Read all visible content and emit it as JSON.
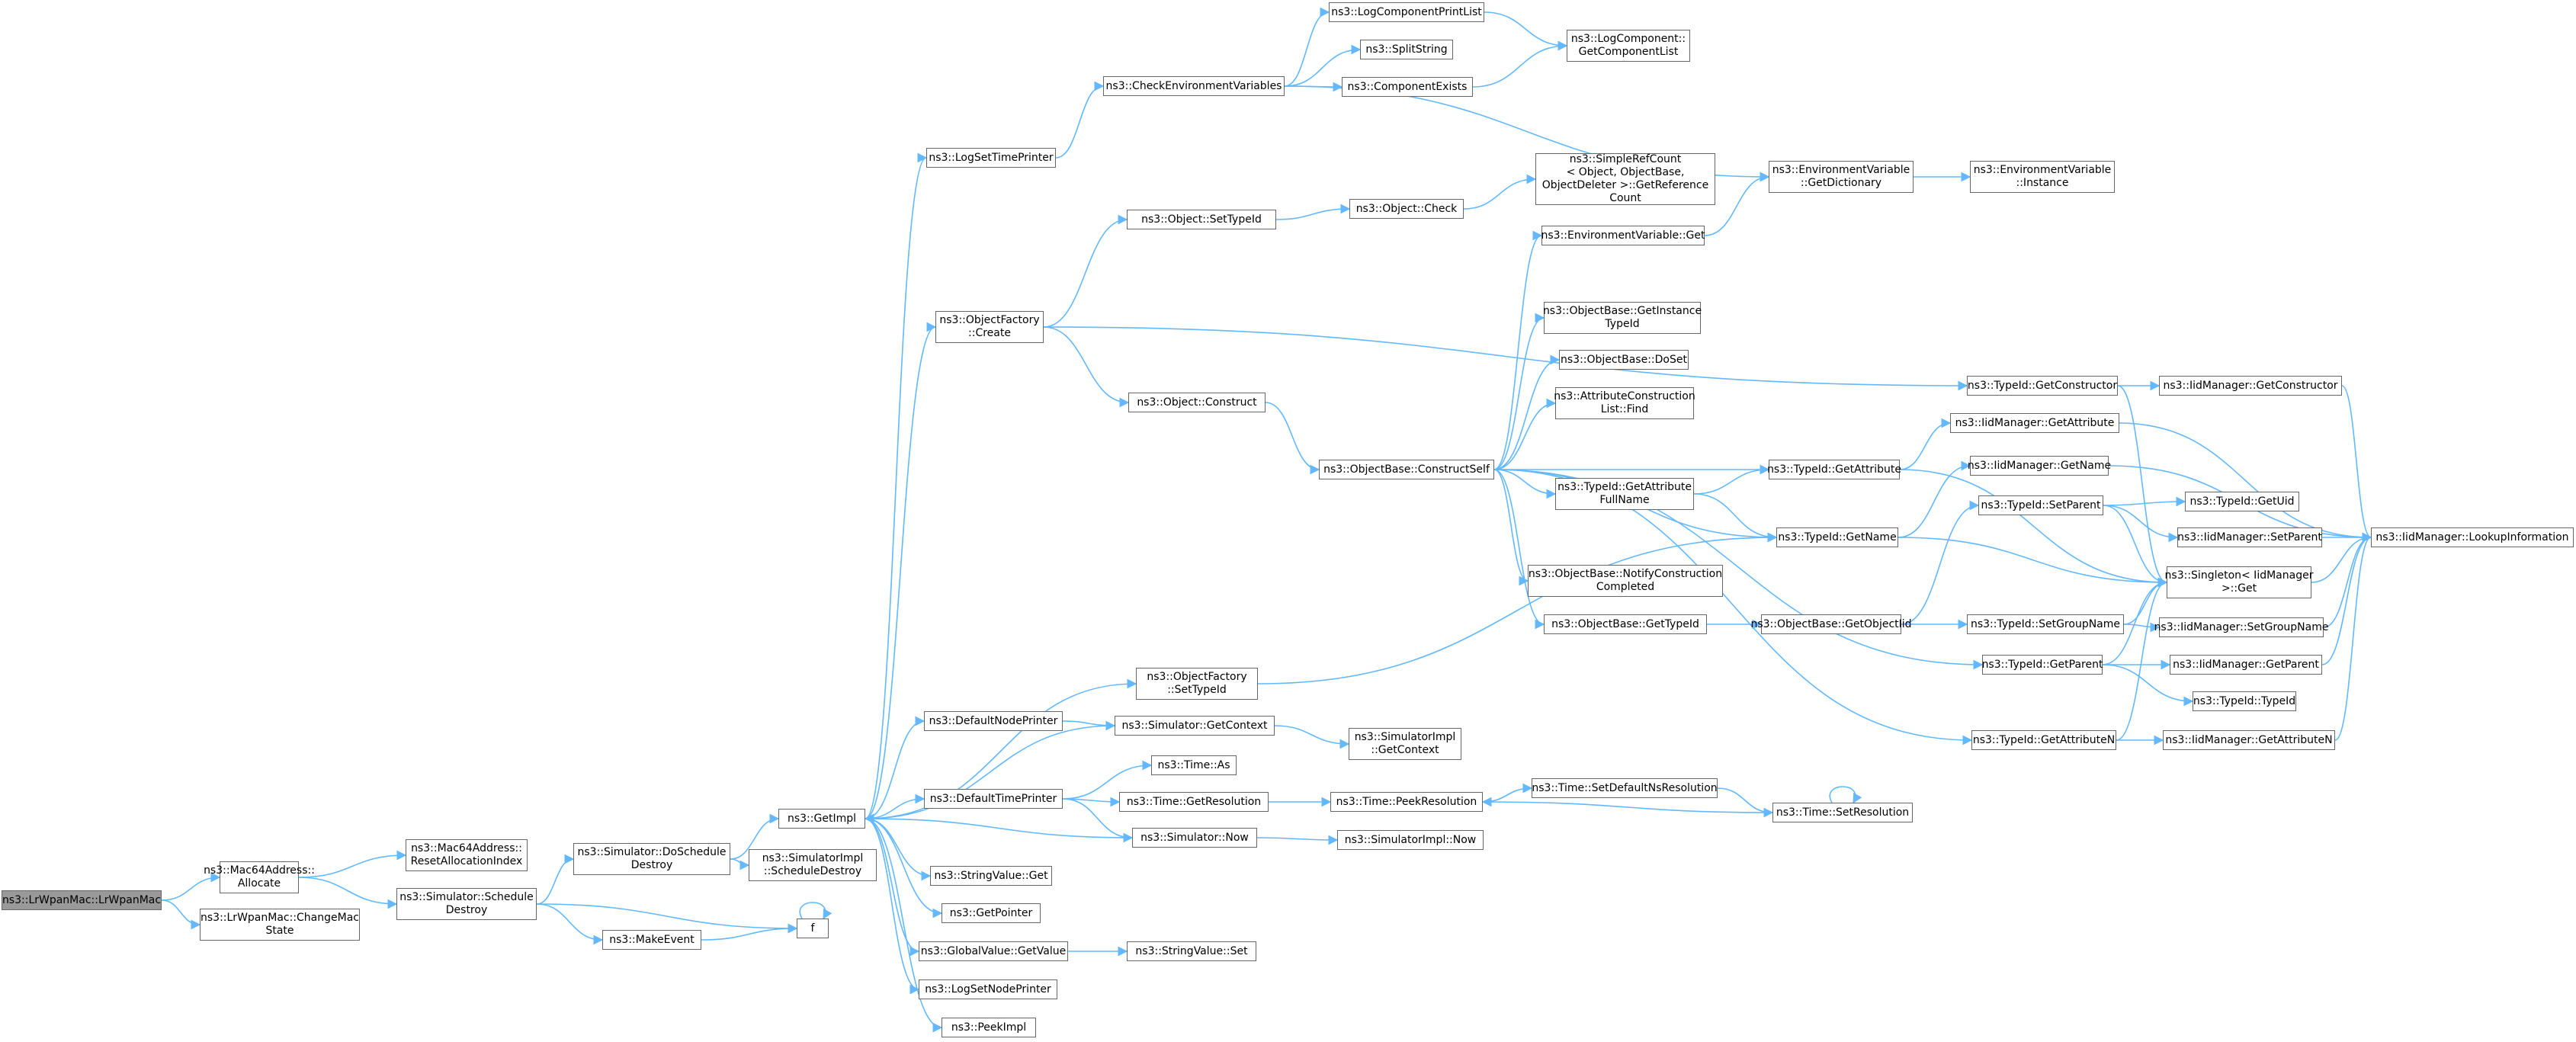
{
  "colors": {
    "edge": "#63b8ff",
    "node_border": "#666666",
    "root_fill": "#999999"
  },
  "nodes": [
    {
      "id": "n0",
      "lines": [
        "ns3::LrWpanMac::LrWpanMac"
      ],
      "root": true
    },
    {
      "id": "n1",
      "lines": [
        "ns3::Mac64Address::",
        "Allocate"
      ]
    },
    {
      "id": "n2",
      "lines": [
        "ns3::LrWpanMac::ChangeMac",
        "State"
      ]
    },
    {
      "id": "n3",
      "lines": [
        "ns3::Mac64Address::",
        "ResetAllocationIndex"
      ]
    },
    {
      "id": "n4",
      "lines": [
        "ns3::Simulator::Schedule",
        "Destroy"
      ]
    },
    {
      "id": "n5",
      "lines": [
        "ns3::Simulator::DoSchedule",
        "Destroy"
      ]
    },
    {
      "id": "n6",
      "lines": [
        "ns3::MakeEvent"
      ]
    },
    {
      "id": "n7",
      "lines": [
        "f"
      ]
    },
    {
      "id": "n8",
      "lines": [
        "ns3::GetImpl"
      ]
    },
    {
      "id": "n9",
      "lines": [
        "ns3::SimulatorImpl",
        "::ScheduleDestroy"
      ]
    },
    {
      "id": "n10",
      "lines": [
        "ns3::LogSetTimePrinter"
      ]
    },
    {
      "id": "n11",
      "lines": [
        "ns3::ObjectFactory",
        "::Create"
      ]
    },
    {
      "id": "n12",
      "lines": [
        "ns3::DefaultNodePrinter"
      ]
    },
    {
      "id": "n13",
      "lines": [
        "ns3::DefaultTimePrinter"
      ]
    },
    {
      "id": "n14",
      "lines": [
        "ns3::StringValue::Get"
      ]
    },
    {
      "id": "n15",
      "lines": [
        "ns3::GetPointer"
      ]
    },
    {
      "id": "n16",
      "lines": [
        "ns3::GlobalValue::GetValue"
      ]
    },
    {
      "id": "n17",
      "lines": [
        "ns3::LogSetNodePrinter"
      ]
    },
    {
      "id": "n18",
      "lines": [
        "ns3::PeekImpl"
      ]
    },
    {
      "id": "n19",
      "lines": [
        "ns3::CheckEnvironmentVariables"
      ]
    },
    {
      "id": "n20",
      "lines": [
        "ns3::Object::SetTypeId"
      ]
    },
    {
      "id": "n21",
      "lines": [
        "ns3::Object::Construct"
      ]
    },
    {
      "id": "n22",
      "lines": [
        "ns3::ObjectFactory",
        "::SetTypeId"
      ]
    },
    {
      "id": "n23",
      "lines": [
        "ns3::Simulator::GetContext"
      ]
    },
    {
      "id": "n24",
      "lines": [
        "ns3::Time::As"
      ]
    },
    {
      "id": "n25",
      "lines": [
        "ns3::Time::GetResolution"
      ]
    },
    {
      "id": "n26",
      "lines": [
        "ns3::Simulator::Now"
      ]
    },
    {
      "id": "n27",
      "lines": [
        "ns3::StringValue::Set"
      ]
    },
    {
      "id": "n28",
      "lines": [
        "ns3::LogComponentPrintList"
      ]
    },
    {
      "id": "n29",
      "lines": [
        "ns3::SplitString"
      ]
    },
    {
      "id": "n30",
      "lines": [
        "ns3::ComponentExists"
      ]
    },
    {
      "id": "n31",
      "lines": [
        "ns3::Object::Check"
      ]
    },
    {
      "id": "n32",
      "lines": [
        "ns3::ObjectBase::ConstructSelf"
      ]
    },
    {
      "id": "n33",
      "lines": [
        "ns3::SimulatorImpl",
        "::GetContext"
      ]
    },
    {
      "id": "n34",
      "lines": [
        "ns3::Time::PeekResolution"
      ]
    },
    {
      "id": "n35",
      "lines": [
        "ns3::SimulatorImpl::Now"
      ]
    },
    {
      "id": "n36",
      "lines": [
        "ns3::LogComponent::",
        "GetComponentList"
      ]
    },
    {
      "id": "n37",
      "lines": [
        "ns3::SimpleRefCount",
        "< Object, ObjectBase,",
        "ObjectDeleter >::GetReference",
        "Count"
      ]
    },
    {
      "id": "n38",
      "lines": [
        "ns3::EnvironmentVariable::Get"
      ]
    },
    {
      "id": "n39",
      "lines": [
        "ns3::ObjectBase::GetInstance",
        "TypeId"
      ]
    },
    {
      "id": "n40",
      "lines": [
        "ns3::ObjectBase::DoSet"
      ]
    },
    {
      "id": "n41",
      "lines": [
        "ns3::AttributeConstruction",
        "List::Find"
      ]
    },
    {
      "id": "n42",
      "lines": [
        "ns3::TypeId::GetAttribute",
        "FullName"
      ]
    },
    {
      "id": "n43",
      "lines": [
        "ns3::ObjectBase::NotifyConstruction",
        "Completed"
      ]
    },
    {
      "id": "n44",
      "lines": [
        "ns3::ObjectBase::GetTypeId"
      ]
    },
    {
      "id": "n45",
      "lines": [
        "ns3::Time::SetDefaultNsResolution"
      ]
    },
    {
      "id": "n46",
      "lines": [
        "ns3::EnvironmentVariable",
        "::GetDictionary"
      ]
    },
    {
      "id": "n47",
      "lines": [
        "ns3::TypeId::GetAttribute"
      ]
    },
    {
      "id": "n48",
      "lines": [
        "ns3::TypeId::GetName"
      ]
    },
    {
      "id": "n49",
      "lines": [
        "ns3::ObjectBase::GetObjectIid"
      ]
    },
    {
      "id": "n50",
      "lines": [
        "ns3::Time::SetResolution"
      ]
    },
    {
      "id": "n51",
      "lines": [
        "ns3::EnvironmentVariable",
        "::Instance"
      ]
    },
    {
      "id": "n52",
      "lines": [
        "ns3::TypeId::GetConstructor"
      ]
    },
    {
      "id": "n53",
      "lines": [
        "ns3::IidManager::GetAttribute"
      ]
    },
    {
      "id": "n54",
      "lines": [
        "ns3::IidManager::GetName"
      ]
    },
    {
      "id": "n55",
      "lines": [
        "ns3::TypeId::SetParent"
      ]
    },
    {
      "id": "n56",
      "lines": [
        "ns3::Singleton< IidManager",
        ">::Get"
      ]
    },
    {
      "id": "n57",
      "lines": [
        "ns3::TypeId::SetGroupName"
      ]
    },
    {
      "id": "n58",
      "lines": [
        "ns3::TypeId::GetParent"
      ]
    },
    {
      "id": "n59",
      "lines": [
        "ns3::TypeId::GetAttributeN"
      ]
    },
    {
      "id": "n60",
      "lines": [
        "ns3::IidManager::GetConstructor"
      ]
    },
    {
      "id": "n61",
      "lines": [
        "ns3::TypeId::GetUid"
      ]
    },
    {
      "id": "n62",
      "lines": [
        "ns3::IidManager::SetParent"
      ]
    },
    {
      "id": "n63",
      "lines": [
        "ns3::IidManager::SetGroupName"
      ]
    },
    {
      "id": "n64",
      "lines": [
        "ns3::IidManager::GetParent"
      ]
    },
    {
      "id": "n65",
      "lines": [
        "ns3::TypeId::TypeId"
      ]
    },
    {
      "id": "n66",
      "lines": [
        "ns3::IidManager::GetAttributeN"
      ]
    },
    {
      "id": "n67",
      "lines": [
        "ns3::IidManager::LookupInformation"
      ]
    }
  ],
  "edges": [
    [
      "n0",
      "n1"
    ],
    [
      "n0",
      "n2"
    ],
    [
      "n1",
      "n3"
    ],
    [
      "n1",
      "n4"
    ],
    [
      "n4",
      "n5"
    ],
    [
      "n4",
      "n6"
    ],
    [
      "n4",
      "n7"
    ],
    [
      "n5",
      "n8"
    ],
    [
      "n5",
      "n9"
    ],
    [
      "n6",
      "n7"
    ],
    [
      "n7",
      "n7"
    ],
    [
      "n8",
      "n10"
    ],
    [
      "n8",
      "n11"
    ],
    [
      "n8",
      "n12"
    ],
    [
      "n8",
      "n13"
    ],
    [
      "n8",
      "n14"
    ],
    [
      "n8",
      "n15"
    ],
    [
      "n8",
      "n16"
    ],
    [
      "n8",
      "n17"
    ],
    [
      "n8",
      "n18"
    ],
    [
      "n8",
      "n22"
    ],
    [
      "n10",
      "n19"
    ],
    [
      "n11",
      "n20"
    ],
    [
      "n11",
      "n21"
    ],
    [
      "n11",
      "n52"
    ],
    [
      "n12",
      "n23"
    ],
    [
      "n23",
      "n8"
    ],
    [
      "n23",
      "n33"
    ],
    [
      "n13",
      "n24"
    ],
    [
      "n13",
      "n25"
    ],
    [
      "n13",
      "n26"
    ],
    [
      "n25",
      "n34"
    ],
    [
      "n26",
      "n8"
    ],
    [
      "n26",
      "n35"
    ],
    [
      "n16",
      "n27"
    ],
    [
      "n22",
      "n48"
    ],
    [
      "n19",
      "n28"
    ],
    [
      "n19",
      "n29"
    ],
    [
      "n19",
      "n30"
    ],
    [
      "n19",
      "n46"
    ],
    [
      "n28",
      "n36"
    ],
    [
      "n30",
      "n36"
    ],
    [
      "n20",
      "n31"
    ],
    [
      "n31",
      "n37"
    ],
    [
      "n21",
      "n32"
    ],
    [
      "n32",
      "n38"
    ],
    [
      "n32",
      "n39"
    ],
    [
      "n32",
      "n40"
    ],
    [
      "n32",
      "n41"
    ],
    [
      "n32",
      "n42"
    ],
    [
      "n32",
      "n43"
    ],
    [
      "n32",
      "n44"
    ],
    [
      "n32",
      "n47"
    ],
    [
      "n32",
      "n48"
    ],
    [
      "n32",
      "n58"
    ],
    [
      "n32",
      "n59"
    ],
    [
      "n38",
      "n46"
    ],
    [
      "n46",
      "n51"
    ],
    [
      "n42",
      "n47"
    ],
    [
      "n42",
      "n48"
    ],
    [
      "n44",
      "n49"
    ],
    [
      "n49",
      "n55"
    ],
    [
      "n49",
      "n57"
    ],
    [
      "n34",
      "n45"
    ],
    [
      "n45",
      "n50"
    ],
    [
      "n50",
      "n34"
    ],
    [
      "n50",
      "n50"
    ],
    [
      "n47",
      "n53"
    ],
    [
      "n47",
      "n56"
    ],
    [
      "n48",
      "n54"
    ],
    [
      "n48",
      "n56"
    ],
    [
      "n52",
      "n60"
    ],
    [
      "n52",
      "n56"
    ],
    [
      "n53",
      "n67"
    ],
    [
      "n54",
      "n67"
    ],
    [
      "n55",
      "n61"
    ],
    [
      "n55",
      "n62"
    ],
    [
      "n55",
      "n56"
    ],
    [
      "n57",
      "n63"
    ],
    [
      "n57",
      "n56"
    ],
    [
      "n58",
      "n64"
    ],
    [
      "n58",
      "n65"
    ],
    [
      "n58",
      "n56"
    ],
    [
      "n59",
      "n66"
    ],
    [
      "n59",
      "n56"
    ],
    [
      "n56",
      "n67"
    ],
    [
      "n60",
      "n67"
    ],
    [
      "n62",
      "n67"
    ],
    [
      "n63",
      "n67"
    ],
    [
      "n64",
      "n67"
    ],
    [
      "n66",
      "n67"
    ]
  ]
}
